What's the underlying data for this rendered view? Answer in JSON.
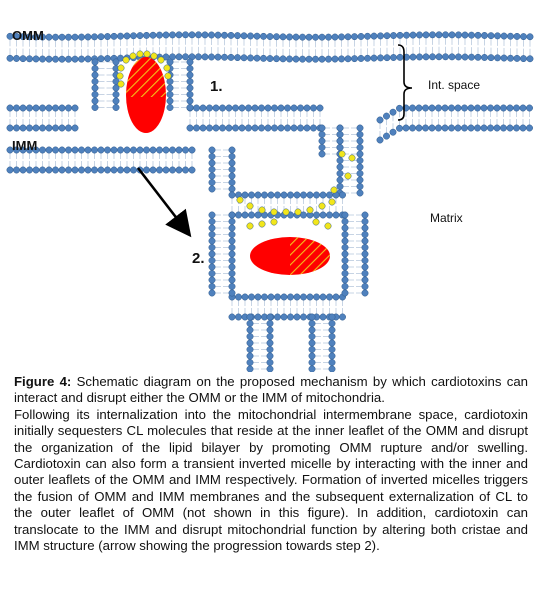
{
  "diagram": {
    "labels": {
      "omm": "OMM",
      "imm": "IMM",
      "step1": "1.",
      "step2": "2.",
      "int_space": "Int. space",
      "matrix": "Matrix"
    },
    "colors": {
      "headgroup": "#4f81bd",
      "cardiolipin": "#f2e61a",
      "cardiotoxin": "#ff0000",
      "hatch": "#f2c21a"
    }
  },
  "caption": {
    "label": "Figure 4:",
    "title": "Schematic diagram on the proposed mechanism by which cardiotoxins can interact and disrupt either the OMM or the IMM of mitochondria.",
    "body": "Following its internalization into the mitochondrial intermembrane space, cardiotoxin initially sequesters CL molecules that reside at the inner leaflet of the OMM and disrupt the organization of the lipid bilayer by promoting OMM rupture and/or swelling. Cardiotoxin can also form a transient inverted micelle by interacting with the inner and outer leaflets of the OMM and IMM respectively. Formation of inverted micelles triggers the fusion of OMM and IMM membranes and the subsequent externalization of CL to the outer leaflet of OMM (not shown in this figure). In addition, cardiotoxin can translocate to the IMM and disrupt mitochondrial function by altering both cristae and IMM structure (arrow showing the progression towards step 2)."
  }
}
